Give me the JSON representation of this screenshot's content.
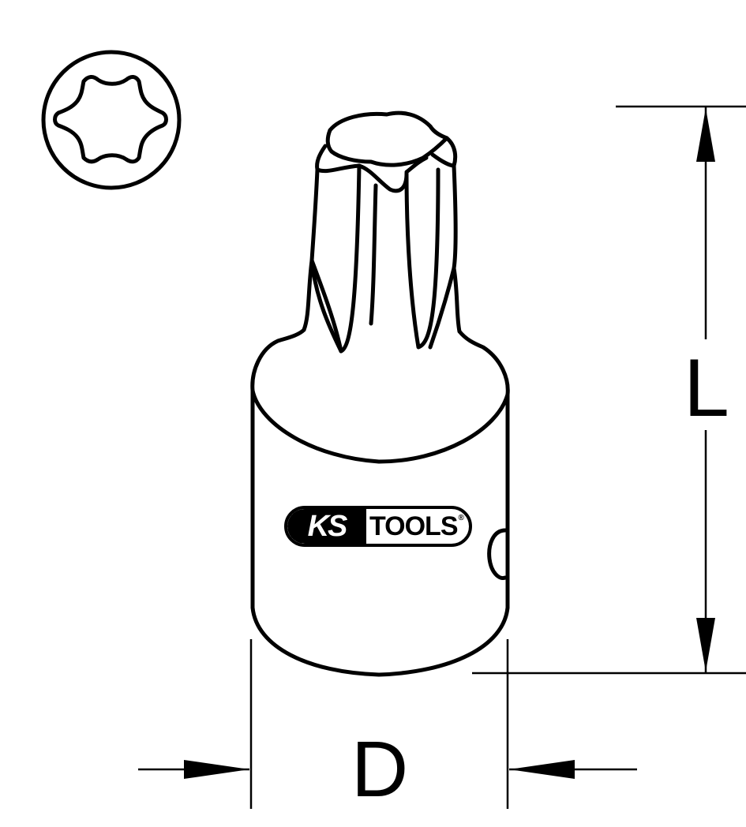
{
  "diagram": {
    "type": "technical-drawing",
    "subject": "Torx (TX) bit socket",
    "brand_logo": {
      "ks": "KS",
      "tools": "TOOLS",
      "registered": "®"
    },
    "dimensions": {
      "length_label": "L",
      "diameter_label": "D"
    },
    "profile_icon": "torx-star-profile",
    "colors": {
      "line": "#000000",
      "background": "#ffffff"
    }
  }
}
